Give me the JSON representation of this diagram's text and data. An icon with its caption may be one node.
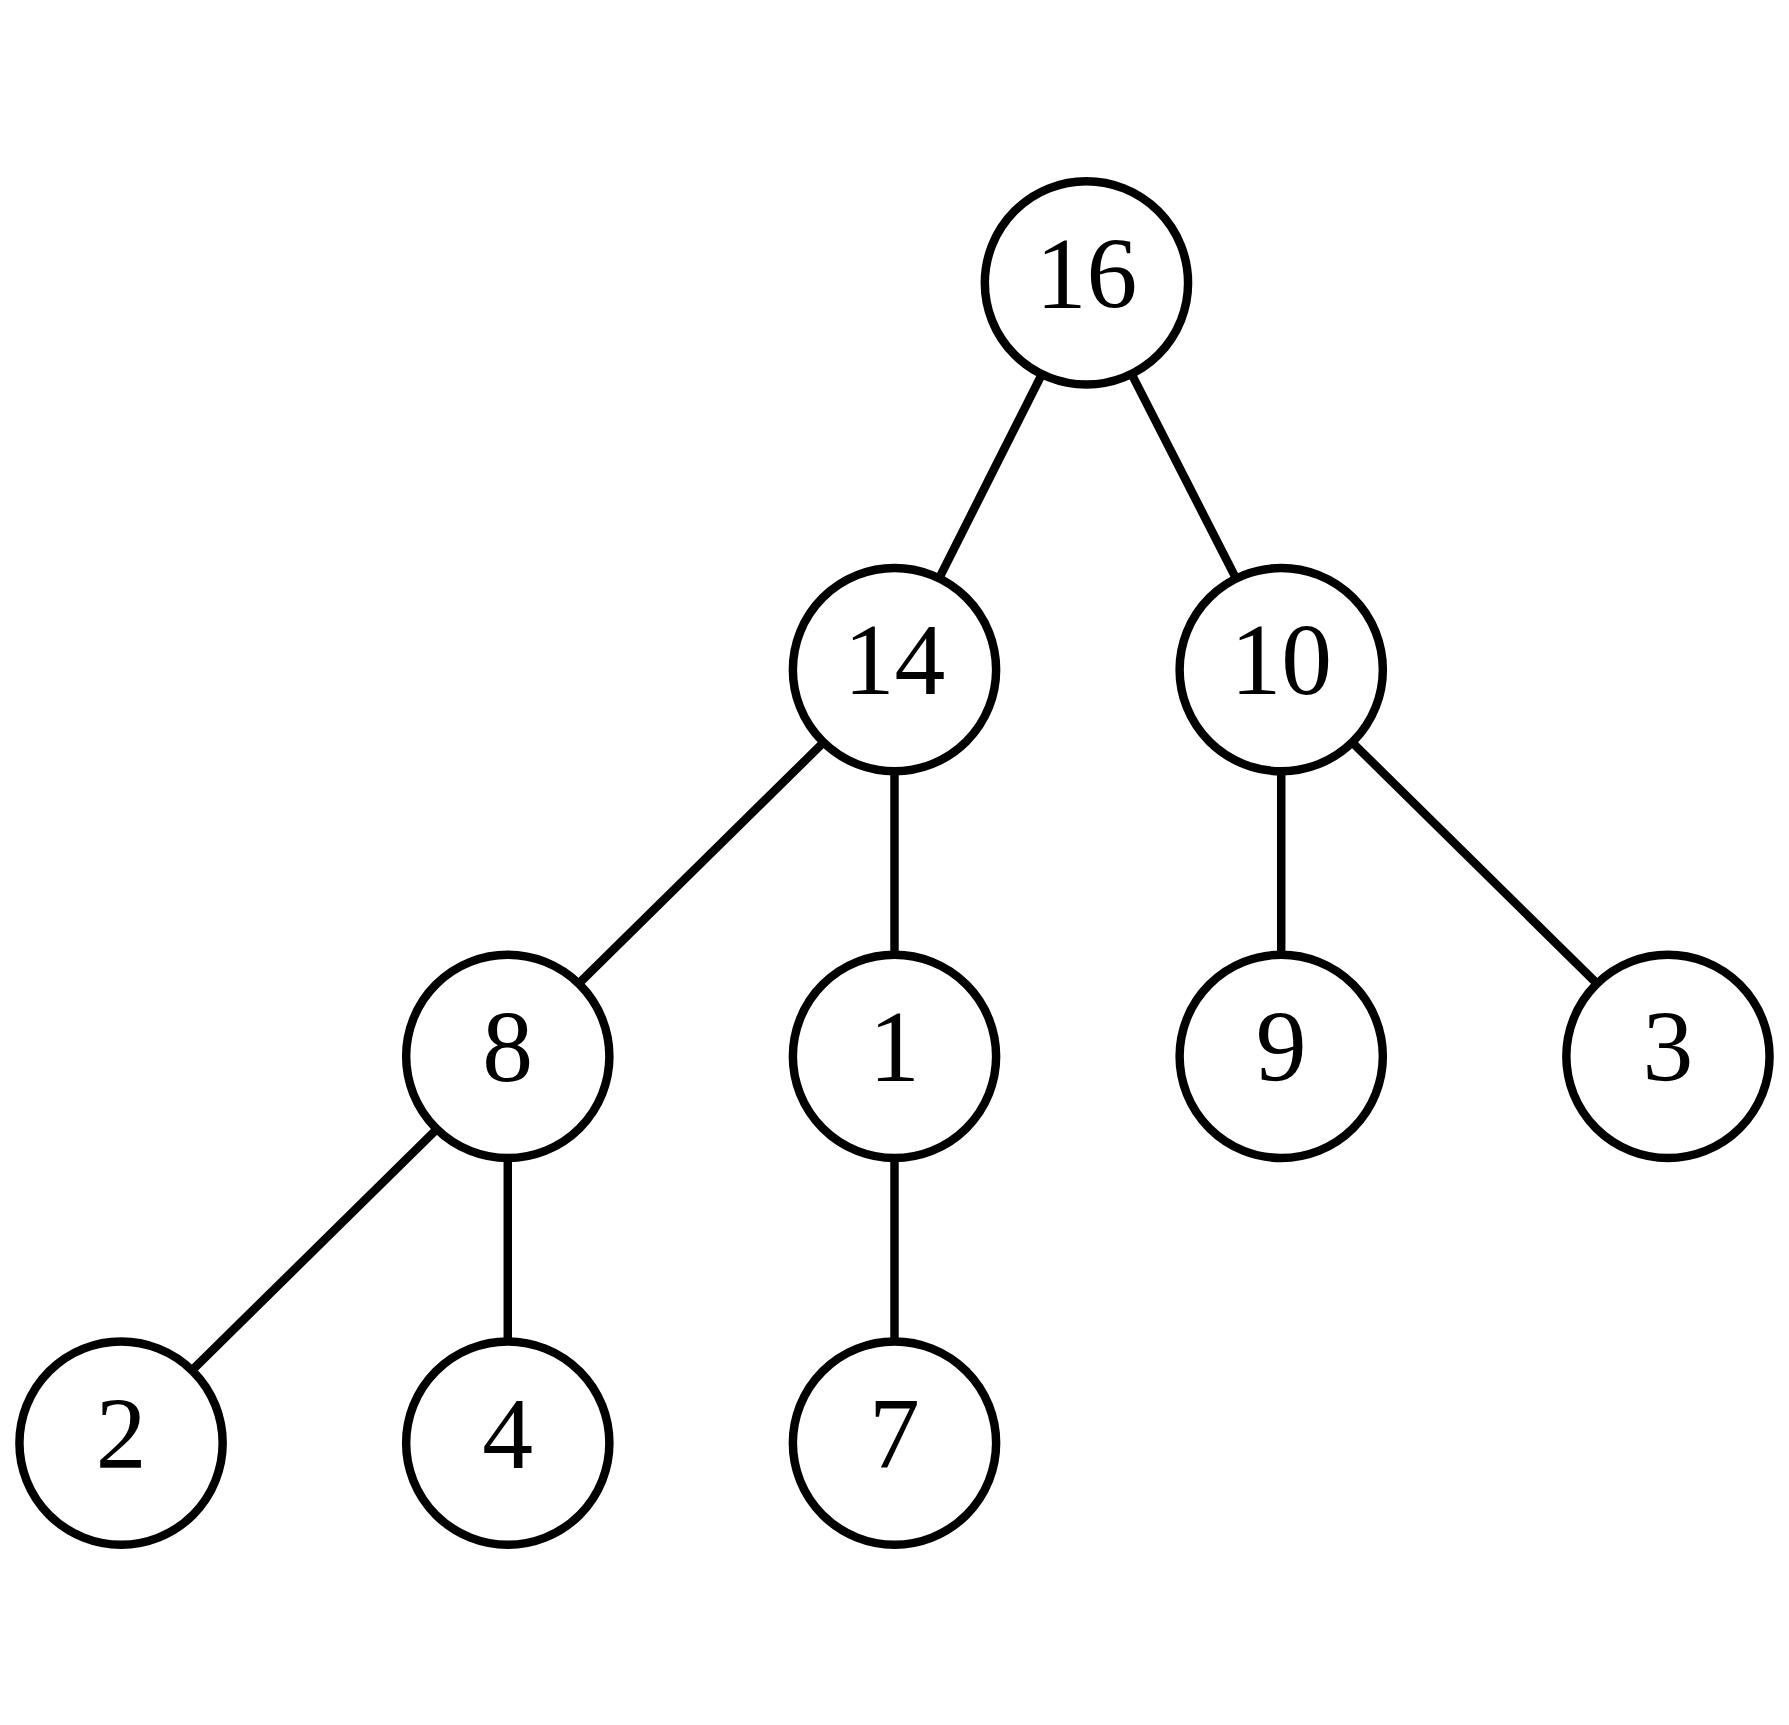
{
  "diagram": {
    "nodes": [
      {
        "text": [
          "16"
        ]
      },
      {
        "text": [
          "14"
        ]
      },
      {
        "text": [
          "10"
        ]
      },
      {
        "text": [
          "8"
        ]
      },
      {
        "text": [
          "1"
        ]
      },
      {
        "text": [
          "9"
        ]
      },
      {
        "text": [
          "3"
        ]
      },
      {
        "text": [
          "2"
        ]
      },
      {
        "text": [
          "4"
        ]
      },
      {
        "text": [
          "7"
        ]
      }
    ],
    "edges": [
      {
        "from": 0,
        "to": 1,
        "arrow": "none"
      },
      {
        "from": 0,
        "to": 2,
        "arrow": "none"
      },
      {
        "from": 1,
        "to": 3,
        "arrow": "none"
      },
      {
        "from": 1,
        "to": 4,
        "arrow": "none"
      },
      {
        "from": 2,
        "to": 5,
        "arrow": "none"
      },
      {
        "from": 2,
        "to": 6,
        "arrow": "none"
      },
      {
        "from": 3,
        "to": 7,
        "arrow": "none"
      },
      {
        "from": 3,
        "to": 8,
        "arrow": "none"
      },
      {
        "from": 4,
        "to": 9,
        "arrow": "none"
      }
    ]
  }
}
